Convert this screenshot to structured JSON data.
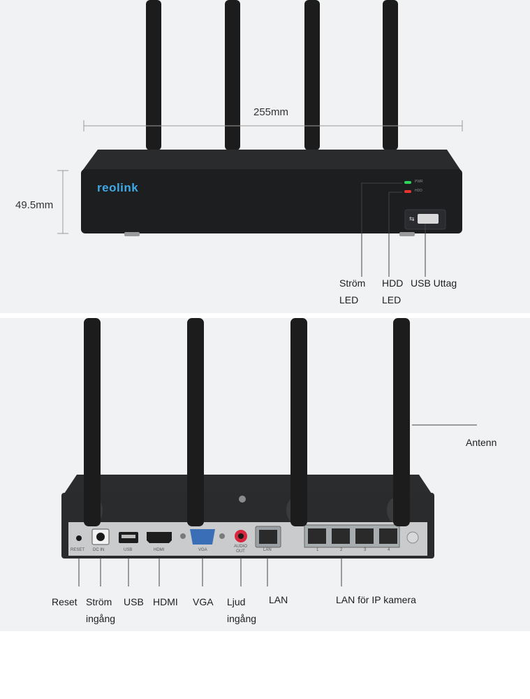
{
  "front": {
    "width_dimension": "255mm",
    "height_dimension": "49.5mm",
    "brand_logo": "reolink",
    "led_pwr": "PWR",
    "led_hdd": "HDD",
    "labels": {
      "power_led_line1": "Ström",
      "power_led_line2": "LED",
      "hdd_led_line1": "HDD",
      "hdd_led_line2": "LED",
      "usb_port": "USB Uttag"
    },
    "colors": {
      "pwr_led": "#2fd35a",
      "hdd_led": "#e8332f",
      "logo": "#3fa9e8"
    }
  },
  "rear": {
    "antenna_label": "Antenn",
    "port_prints": {
      "reset": "RESET",
      "dc_in": "DC IN",
      "usb": "USB",
      "hdmi": "HDMI",
      "vga": "VGA",
      "audio_line1": "AUDIO",
      "audio_line2": "OUT",
      "lan": "LAN",
      "poe": [
        "1",
        "2",
        "3",
        "4"
      ]
    },
    "labels": {
      "reset": "Reset",
      "power_in_line1": "Ström",
      "power_in_line2": "ingång",
      "usb": "USB",
      "hdmi": "HDMI",
      "vga": "VGA",
      "audio_line1": "Ljud",
      "audio_line2": "ingång",
      "lan": "LAN",
      "lan_camera": "LAN för IP kamera"
    }
  }
}
